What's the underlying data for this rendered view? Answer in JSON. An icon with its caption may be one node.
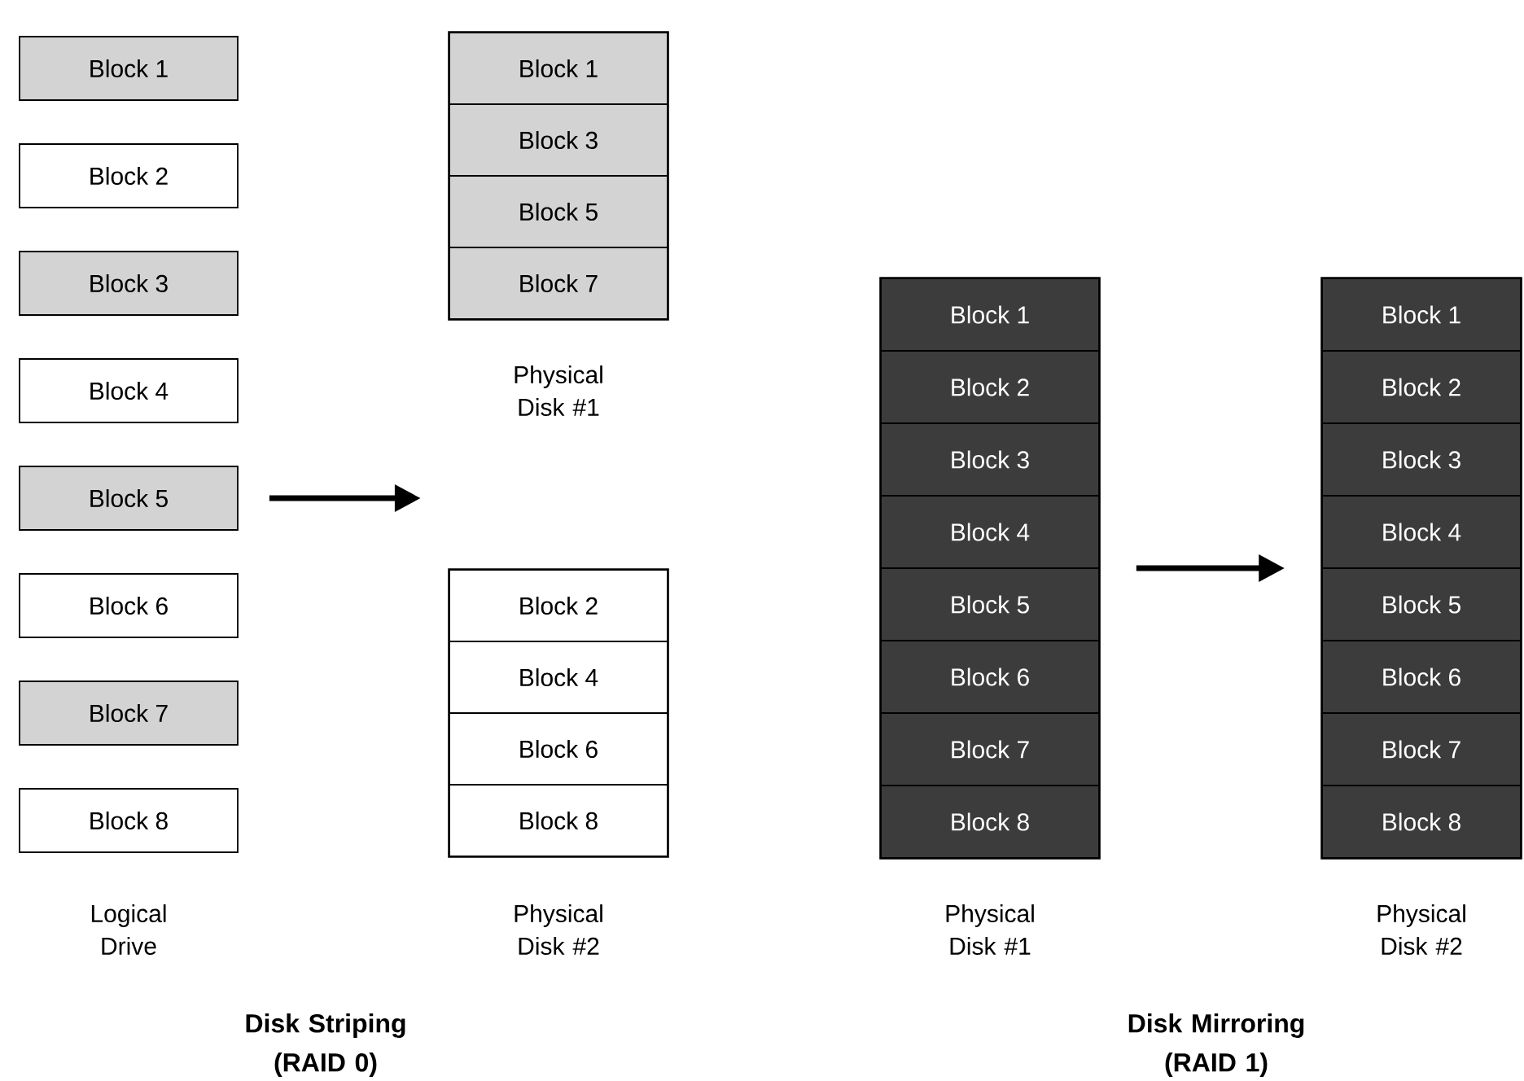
{
  "diagram": {
    "nodes": [
      {
        "text": [
          "Block 1"
        ]
      },
      {
        "text": [
          "Block 2"
        ]
      },
      {
        "text": [
          "Block 3"
        ]
      },
      {
        "text": [
          "Block 4"
        ]
      },
      {
        "text": [
          "Block 5"
        ]
      },
      {
        "text": [
          "Block 6"
        ]
      },
      {
        "text": [
          "Block 7"
        ]
      },
      {
        "text": [
          "Block 8"
        ]
      },
      {
        "text": [],
        "shape": "box"
      },
      {
        "text": [
          "Block 1"
        ],
        "in": 8
      },
      {
        "text": [
          "Block 3"
        ],
        "in": 8
      },
      {
        "text": [
          "Block 5"
        ],
        "in": 8
      },
      {
        "text": [
          "Block 7"
        ],
        "in": 8
      },
      {
        "text": [],
        "shape": "box"
      },
      {
        "text": [
          "Block 2"
        ],
        "in": 13
      },
      {
        "text": [
          "Block 4"
        ],
        "in": 13
      },
      {
        "text": [
          "Block 6"
        ],
        "in": 13
      },
      {
        "text": [
          "Block 8"
        ],
        "in": 13
      },
      {
        "text": [],
        "shape": "box"
      },
      {
        "text": [
          "Block 1"
        ],
        "in": 18
      },
      {
        "text": [
          "Block 2"
        ],
        "in": 18
      },
      {
        "text": [
          "Block 3"
        ],
        "in": 18
      },
      {
        "text": [
          "Block 4"
        ],
        "in": 18
      },
      {
        "text": [
          "Block 5"
        ],
        "in": 18
      },
      {
        "text": [
          "Block 6"
        ],
        "in": 18
      },
      {
        "text": [
          "Block 7"
        ],
        "in": 18
      },
      {
        "text": [
          "Block 8"
        ],
        "in": 18
      },
      {
        "text": [],
        "shape": "box"
      },
      {
        "text": [
          "Block 1"
        ],
        "in": 27
      },
      {
        "text": [
          "Block 2"
        ],
        "in": 27
      },
      {
        "text": [
          "Block 3"
        ],
        "in": 27
      },
      {
        "text": [
          "Block 4"
        ],
        "in": 27
      },
      {
        "text": [
          "Block 5"
        ],
        "in": 27
      },
      {
        "text": [
          "Block 6"
        ],
        "in": 27
      },
      {
        "text": [
          "Block 7"
        ],
        "in": 27
      },
      {
        "text": [
          "Block 8"
        ],
        "in": 27
      }
    ],
    "edges": [
      {
        "from": 4,
        "to": null,
        "arrow": "to"
      },
      {
        "from": 18,
        "to": 27,
        "arrow": "to"
      }
    ],
    "labels": [
      "Physical Disk #1",
      "Logical Drive",
      "Physical Disk #2",
      "Physical Disk #1",
      "Physical Disk #2",
      "Disk Striping (RAID 0)",
      "Disk Mirroring (RAID 1)"
    ]
  }
}
